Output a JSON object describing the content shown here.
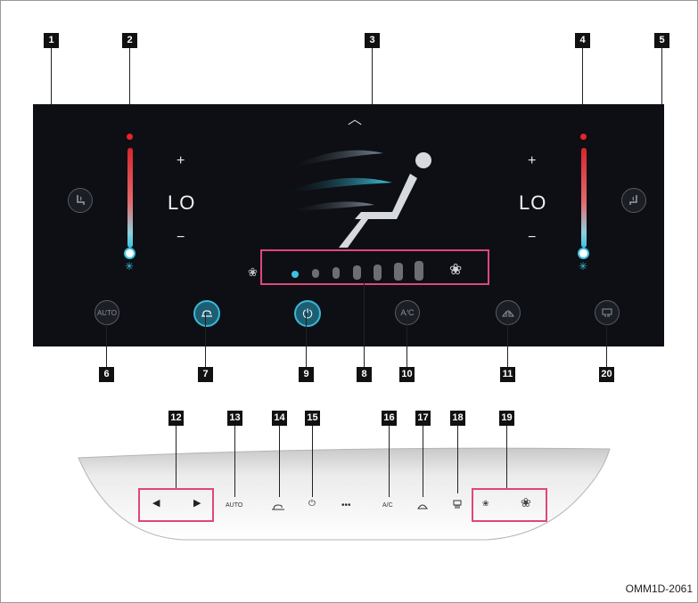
{
  "panel": {
    "left_temp": "LO",
    "right_temp": "LO",
    "plus": "+",
    "minus": "−",
    "snowflake": "✳",
    "up_chevron": "︿"
  },
  "buttons": {
    "auto": "AUTO",
    "ac": "A/C",
    "power": "⏻",
    "seat_vent_left": "seat-heat-icon",
    "seat_vent_right": "seat-heat-icon"
  },
  "fan": {
    "level": 1,
    "max_level": 7,
    "small_fan": "❀",
    "large_fan": "❀"
  },
  "callouts": {
    "c1": "1",
    "c2": "2",
    "c3": "3",
    "c4": "4",
    "c5": "5",
    "c6": "6",
    "c7": "7",
    "c8": "8",
    "c9": "9",
    "c10": "10",
    "c11": "11",
    "c20": "20",
    "c12": "12",
    "c13": "13",
    "c14": "14",
    "c15": "15",
    "c16": "16",
    "c17": "17",
    "c18": "18",
    "c19": "19"
  },
  "strip": {
    "left": "◀",
    "right": "▶",
    "auto": "AUTO",
    "power": "⏻",
    "dots": "•••",
    "ac": "A/C"
  },
  "figure_id": "OMM1D-2061"
}
